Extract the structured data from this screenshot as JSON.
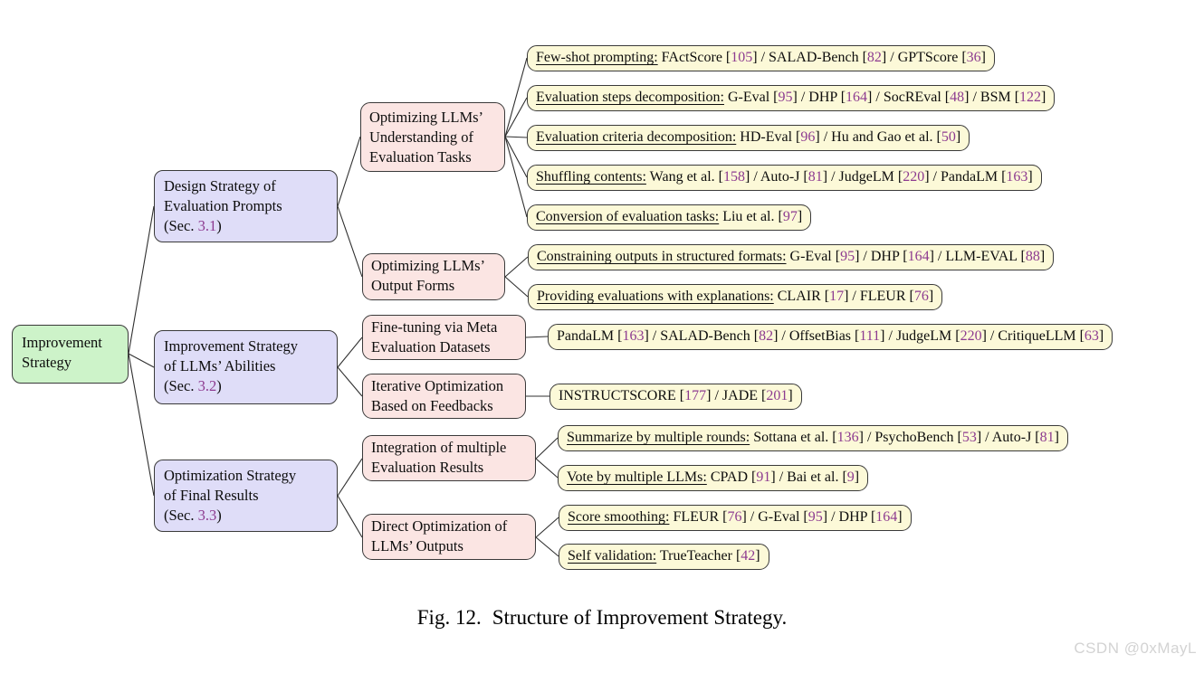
{
  "figure": {
    "caption_prefix": "Fig. 12.",
    "caption_text": "Structure of Improvement Strategy.",
    "watermark": "CSDN @0xMayL"
  },
  "colors": {
    "root_fill": "#cdf3c9",
    "lvl1_fill": "#dfddf8",
    "lvl2_fill": "#fbe5e3",
    "leaf_fill": "#fcf9d8",
    "border": "#3a3a3a",
    "cite": "#8d3b90",
    "line": "#2f2f2f"
  },
  "format": {
    "entry_separator": " / ",
    "ref_open": "[",
    "ref_close": "]"
  },
  "tree": {
    "root": {
      "label": "Improvement Strategy",
      "label_lines": [
        "Improvement",
        "Strategy"
      ]
    },
    "level1": [
      {
        "label_lines": [
          "Design Strategy of",
          "Evaluation Prompts"
        ],
        "sec_label": "(Sec.",
        "sec_num": "3.1",
        "sec_close": ")"
      },
      {
        "label_lines": [
          "Improvement Strategy",
          "of LLMs’ Abilities"
        ],
        "sec_label": "(Sec.",
        "sec_num": "3.2",
        "sec_close": ")"
      },
      {
        "label_lines": [
          "Optimization Strategy",
          "of Final Results"
        ],
        "sec_label": "(Sec.",
        "sec_num": "3.3",
        "sec_close": ")"
      }
    ],
    "level2": [
      {
        "label_lines": [
          "Optimizing LLMs’",
          "Understanding of",
          "Evaluation Tasks"
        ]
      },
      {
        "label_lines": [
          "Optimizing LLMs’",
          "Output Forms"
        ]
      },
      {
        "label_lines": [
          "Fine-tuning via Meta",
          "Evaluation Datasets"
        ]
      },
      {
        "label_lines": [
          "Iterative Optimization",
          "Based on Feedbacks"
        ]
      },
      {
        "label_lines": [
          "Integration of multiple",
          "Evaluation Results"
        ]
      },
      {
        "label_lines": [
          "Direct Optimization of",
          "LLMs’ Outputs"
        ]
      }
    ],
    "leaves": [
      {
        "title": "Few-shot prompting:",
        "entries": [
          {
            "name": "FActScore",
            "ref": "105"
          },
          {
            "name": "SALAD-Bench",
            "ref": "82"
          },
          {
            "name": "GPTScore",
            "ref": "36"
          }
        ]
      },
      {
        "title": "Evaluation steps decomposition:",
        "entries": [
          {
            "name": "G-Eval",
            "ref": "95"
          },
          {
            "name": "DHP",
            "ref": "164"
          },
          {
            "name": "SocREval",
            "ref": "48"
          },
          {
            "name": "BSM",
            "ref": "122"
          }
        ]
      },
      {
        "title": "Evaluation criteria decomposition:",
        "entries": [
          {
            "name": "HD-Eval",
            "ref": "96"
          },
          {
            "name": "Hu and Gao et al.",
            "ref": "50"
          }
        ]
      },
      {
        "title": "Shuffling contents:",
        "entries": [
          {
            "name": "Wang et al.",
            "ref": "158"
          },
          {
            "name": "Auto-J",
            "ref": "81"
          },
          {
            "name": "JudgeLM",
            "ref": "220"
          },
          {
            "name": "PandaLM",
            "ref": "163"
          }
        ]
      },
      {
        "title": "Conversion of evaluation tasks:",
        "entries": [
          {
            "name": "Liu et al.",
            "ref": "97"
          }
        ]
      },
      {
        "title": "Constraining outputs in structured formats:",
        "entries": [
          {
            "name": "G-Eval",
            "ref": "95"
          },
          {
            "name": "DHP",
            "ref": "164"
          },
          {
            "name": "LLM-EVAL",
            "ref": "88"
          }
        ]
      },
      {
        "title": "Providing evaluations with explanations:",
        "entries": [
          {
            "name": "CLAIR",
            "ref": "17"
          },
          {
            "name": "FLEUR",
            "ref": "76"
          }
        ]
      },
      {
        "title": "",
        "entries": [
          {
            "name": "PandaLM",
            "ref": "163"
          },
          {
            "name": "SALAD-Bench",
            "ref": "82"
          },
          {
            "name": "OffsetBias",
            "ref": "111"
          },
          {
            "name": "JudgeLM",
            "ref": "220"
          },
          {
            "name": "CritiqueLLM",
            "ref": "63"
          }
        ]
      },
      {
        "title": "",
        "entries": [
          {
            "name": "INSTRUCTSCORE",
            "ref": "177"
          },
          {
            "name": "JADE",
            "ref": "201"
          }
        ]
      },
      {
        "title": "Summarize by multiple rounds:",
        "entries": [
          {
            "name": "Sottana et al.",
            "ref": "136"
          },
          {
            "name": "PsychoBench",
            "ref": "53"
          },
          {
            "name": "Auto-J",
            "ref": "81"
          }
        ]
      },
      {
        "title": "Vote by multiple LLMs:",
        "entries": [
          {
            "name": "CPAD",
            "ref": "91"
          },
          {
            "name": "Bai et al.",
            "ref": "9"
          }
        ]
      },
      {
        "title": "Score smoothing:",
        "entries": [
          {
            "name": "FLEUR",
            "ref": "76"
          },
          {
            "name": "G-Eval",
            "ref": "95"
          },
          {
            "name": "DHP",
            "ref": "164"
          }
        ]
      },
      {
        "title": "Self validation:",
        "entries": [
          {
            "name": "TrueTeacher",
            "ref": "42"
          }
        ]
      }
    ]
  }
}
